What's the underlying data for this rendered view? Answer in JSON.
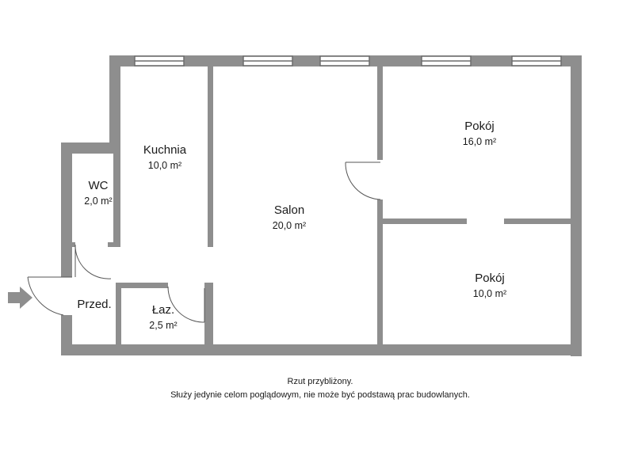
{
  "colors": {
    "wall": "#8e8e8e",
    "window": "#8e8e8e",
    "arrow": "#8e8e8e",
    "text": "#1a1a1a"
  },
  "rooms": {
    "kuchnia": {
      "name": "Kuchnia",
      "area": "10,0 m²"
    },
    "wc": {
      "name": "WC",
      "area": "2,0 m²"
    },
    "salon": {
      "name": "Salon",
      "area": "20,0 m²"
    },
    "pokoj1": {
      "name": "Pokój",
      "area": "16,0 m²"
    },
    "pokoj2": {
      "name": "Pokój",
      "area": "10,0 m²"
    },
    "przed": {
      "name": "Przed."
    },
    "laz": {
      "name": "Łaz.",
      "area": "2,5 m²"
    }
  },
  "disclaimer": {
    "line1": "Rzut przybliżony.",
    "line2": "Służy jedynie celom poglądowym, nie może być podstawą prac budowlanych."
  },
  "entrance_icon": "arrow-right-icon"
}
